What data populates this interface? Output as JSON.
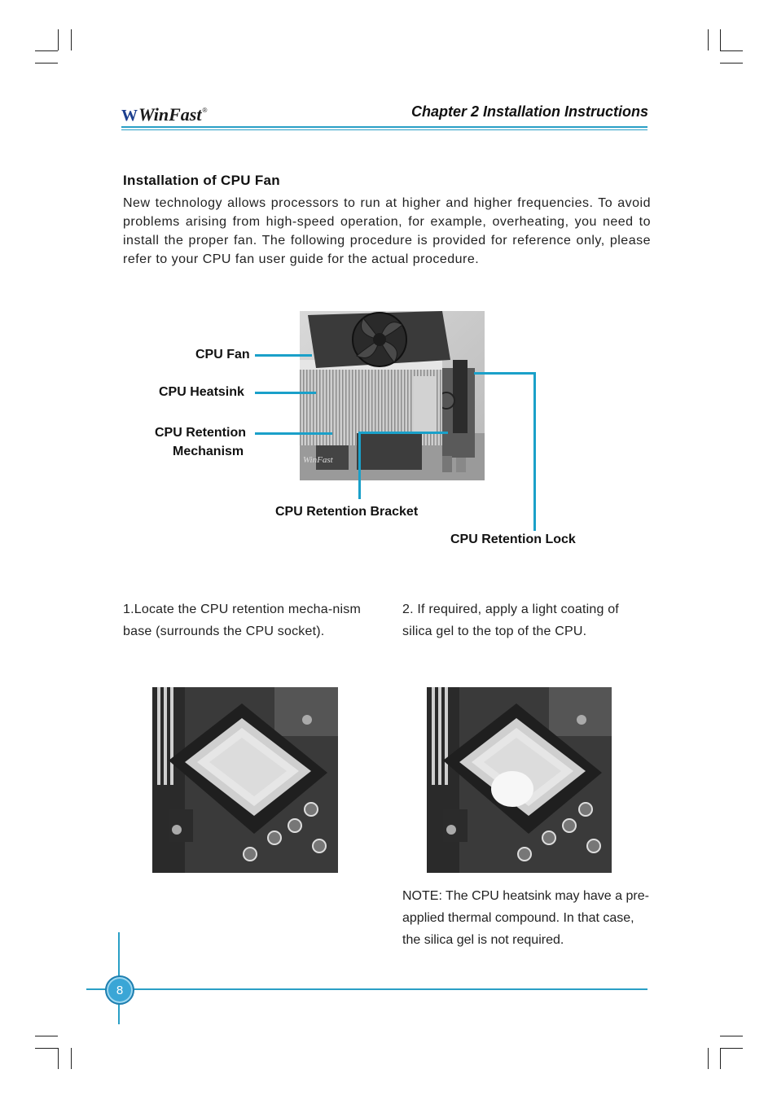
{
  "header": {
    "logo_mark": "W",
    "logo_text": "WinFast",
    "logo_reg": "®",
    "chapter": "Chapter 2  Installation Instructions"
  },
  "section": {
    "title": "Installation of CPU Fan",
    "intro": "New technology allows processors to run at higher and higher frequencies. To avoid problems arising from high-speed operation, for example, overheating, you need to install the proper fan. The following procedure is provided for reference only, please refer to your CPU fan user guide for the actual procedure."
  },
  "diagram": {
    "labels": {
      "cpu_fan": "CPU Fan",
      "cpu_heatsink": "CPU Heatsink",
      "retention_mechanism_line1": "CPU Retention",
      "retention_mechanism_line2": "Mechanism",
      "retention_bracket": "CPU Retention Bracket",
      "retention_lock": "CPU Retention Lock"
    },
    "board_brand": "WinFast"
  },
  "steps": [
    {
      "text": "1.Locate the CPU retention mecha-nism base (surrounds the CPU socket)."
    },
    {
      "text": "2. If required, apply a light coating of silica gel to the top of the CPU."
    }
  ],
  "note": "NOTE:  The CPU heatsink may have a pre-applied thermal compound. In that case, the silica gel is not required.",
  "page_number": "8",
  "colors": {
    "accent": "#2a9fc6",
    "callout": "#1aa0c9",
    "logo_blue": "#1d3f8f"
  }
}
